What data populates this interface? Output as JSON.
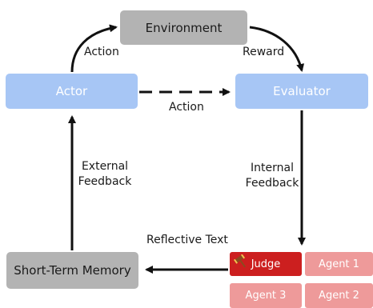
{
  "nodes": {
    "environment": "Environment",
    "actor": "Actor",
    "evaluator": "Evaluator",
    "memory": "Short-Term Memory",
    "judge": "Judge",
    "agent1": "Agent 1",
    "agent2": "Agent 2",
    "agent3": "Agent 3"
  },
  "edges": {
    "actor_to_env": "Action",
    "env_to_evaluator": "Reward",
    "actor_to_evaluator": "Action",
    "memory_to_actor_line1": "External",
    "memory_to_actor_line2": "Feedback",
    "evaluator_to_judge_line1": "Internal",
    "evaluator_to_judge_line2": "Feedback",
    "judge_to_memory": "Reflective Text"
  },
  "colors": {
    "gray_box": "#b3b3b3",
    "blue_box": "#a7c6f5",
    "judge": "#cc1f1f",
    "agent": "#ee9a9a",
    "arrow": "#111111"
  },
  "icons": {
    "judge_icon": "gavel-icon"
  }
}
